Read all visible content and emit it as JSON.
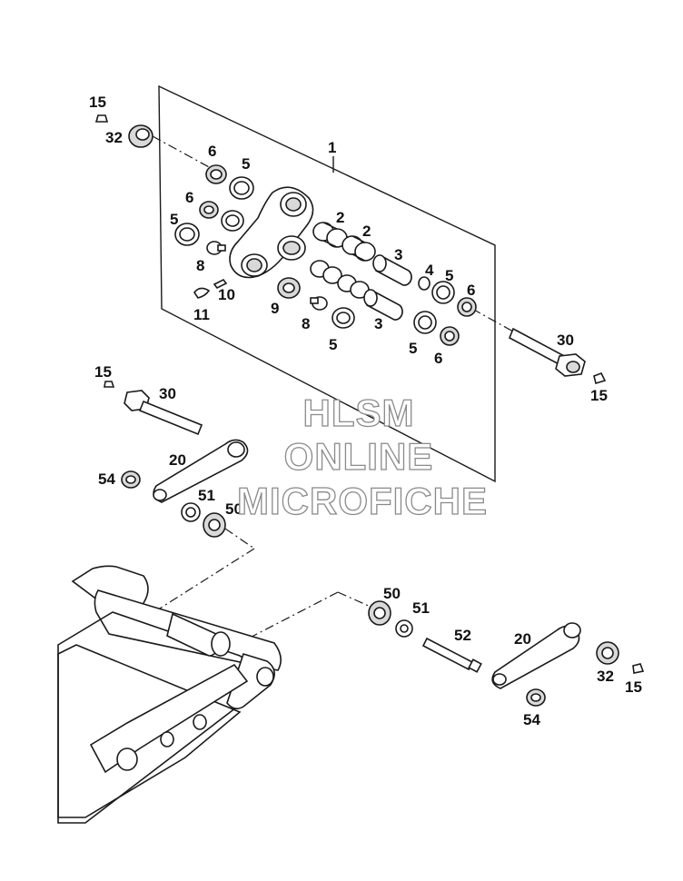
{
  "watermark": {
    "line1": "HLSM",
    "line2": "ONLINE",
    "line3": "MICROFICHE"
  },
  "callouts": [
    {
      "id": "c1",
      "text": "1"
    },
    {
      "id": "c2a",
      "text": "2"
    },
    {
      "id": "c2b",
      "text": "2"
    },
    {
      "id": "c3a",
      "text": "3"
    },
    {
      "id": "c3b",
      "text": "3"
    },
    {
      "id": "c4",
      "text": "4"
    },
    {
      "id": "c5a",
      "text": "5"
    },
    {
      "id": "c5b",
      "text": "5"
    },
    {
      "id": "c5c",
      "text": "5"
    },
    {
      "id": "c5d",
      "text": "5"
    },
    {
      "id": "c5e",
      "text": "5"
    },
    {
      "id": "c6a",
      "text": "6"
    },
    {
      "id": "c6b",
      "text": "6"
    },
    {
      "id": "c6c",
      "text": "6"
    },
    {
      "id": "c6d",
      "text": "6"
    },
    {
      "id": "c8a",
      "text": "8"
    },
    {
      "id": "c8b",
      "text": "8"
    },
    {
      "id": "c9",
      "text": "9"
    },
    {
      "id": "c10",
      "text": "10"
    },
    {
      "id": "c11",
      "text": "11"
    },
    {
      "id": "c15a",
      "text": "15"
    },
    {
      "id": "c15b",
      "text": "15"
    },
    {
      "id": "c15c",
      "text": "15"
    },
    {
      "id": "c15d",
      "text": "15"
    },
    {
      "id": "c20a",
      "text": "20"
    },
    {
      "id": "c20b",
      "text": "20"
    },
    {
      "id": "c30a",
      "text": "30"
    },
    {
      "id": "c30b",
      "text": "30"
    },
    {
      "id": "c32a",
      "text": "32"
    },
    {
      "id": "c32b",
      "text": "32"
    },
    {
      "id": "c50a",
      "text": "50"
    },
    {
      "id": "c50b",
      "text": "50"
    },
    {
      "id": "c51a",
      "text": "51"
    },
    {
      "id": "c51b",
      "text": "51"
    },
    {
      "id": "c52",
      "text": "52"
    },
    {
      "id": "c54a",
      "text": "54"
    },
    {
      "id": "c54b",
      "text": "54"
    }
  ]
}
